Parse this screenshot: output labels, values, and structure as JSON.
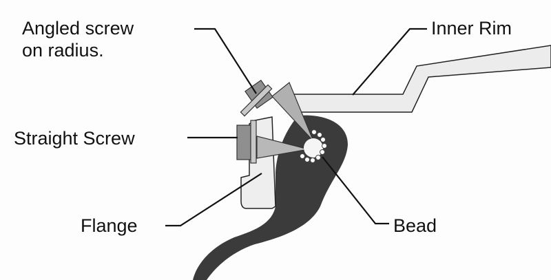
{
  "labels": {
    "angled_screw": "Angled screw",
    "angled_screw_line2": "on radius.",
    "inner_rim": "Inner Rim",
    "straight_screw": "Straight Screw",
    "flange": "Flange",
    "bead": "Bead"
  },
  "colors": {
    "tire": "#3a3a3a",
    "rim": "#e4e4e4",
    "screw": "#9a9a9a",
    "outline": "#111111"
  }
}
